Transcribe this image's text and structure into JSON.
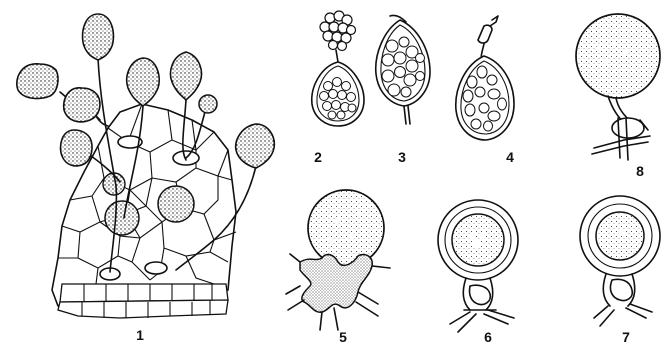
{
  "figure": {
    "labels": {
      "p1": "1",
      "p2": "2",
      "p3": "3",
      "p4": "4",
      "p5": "5",
      "p6": "6",
      "p7": "7",
      "p8": "8"
    }
  },
  "colors": {
    "ink": "#111111",
    "background": "#ffffff"
  }
}
